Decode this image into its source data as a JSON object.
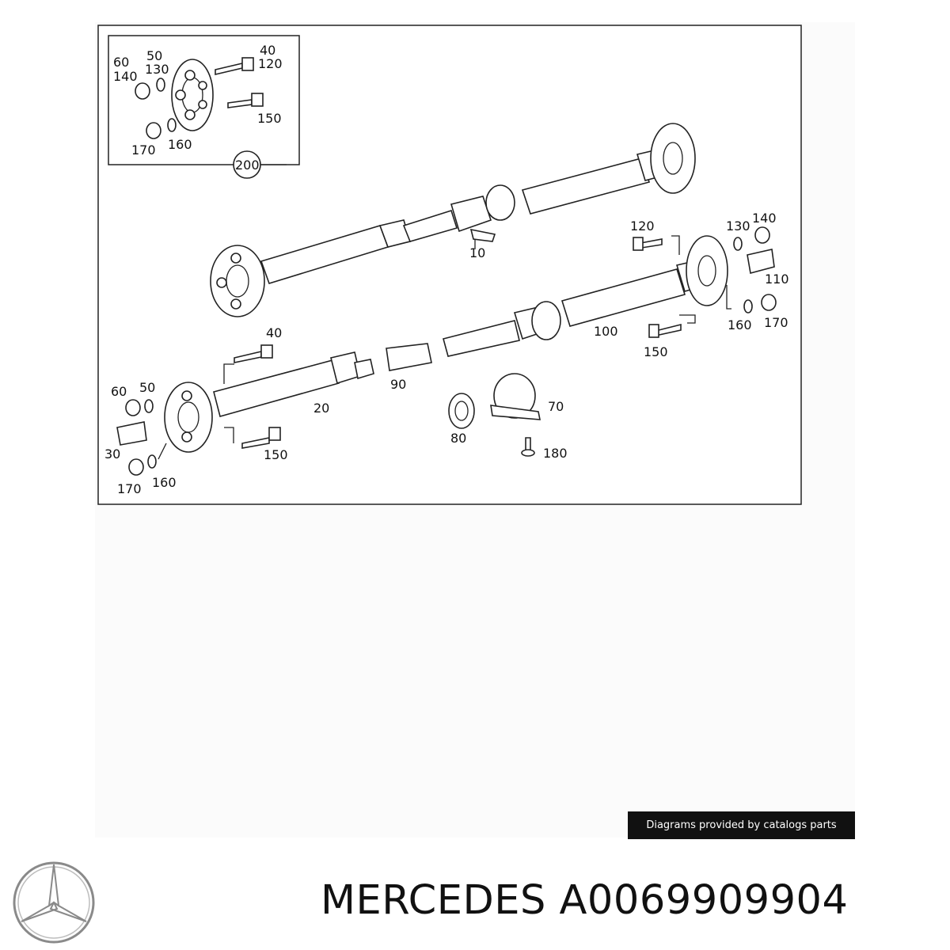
{
  "callouts": {
    "c10": "10",
    "c20": "20",
    "c30": "30",
    "c40a": "40",
    "c40b": "40",
    "c50a": "50",
    "c50b": "50",
    "c60a": "60",
    "c60b": "60",
    "c70": "70",
    "c80": "80",
    "c90": "90",
    "c100": "100",
    "c110": "110",
    "c120a": "120",
    "c120b": "120",
    "c130a": "130",
    "c130b": "130",
    "c140a": "140",
    "c140b": "140",
    "c150a": "150",
    "c150b": "150",
    "c150c": "150",
    "c160a": "160",
    "c160b": "160",
    "c160c": "160",
    "c170a": "170",
    "c170b": "170",
    "c170c": "170",
    "c180": "180",
    "c200": "200"
  },
  "credit": "Diagrams provided by catalogs parts",
  "brand": "MERCEDES",
  "part_number": "A0069909904",
  "colors": {
    "line": "#222222",
    "credit_bg": "#111111",
    "credit_text": "#ffffff",
    "logo": "#8a8a8a"
  },
  "icons": {
    "logo": "three-pointed-star-icon"
  }
}
